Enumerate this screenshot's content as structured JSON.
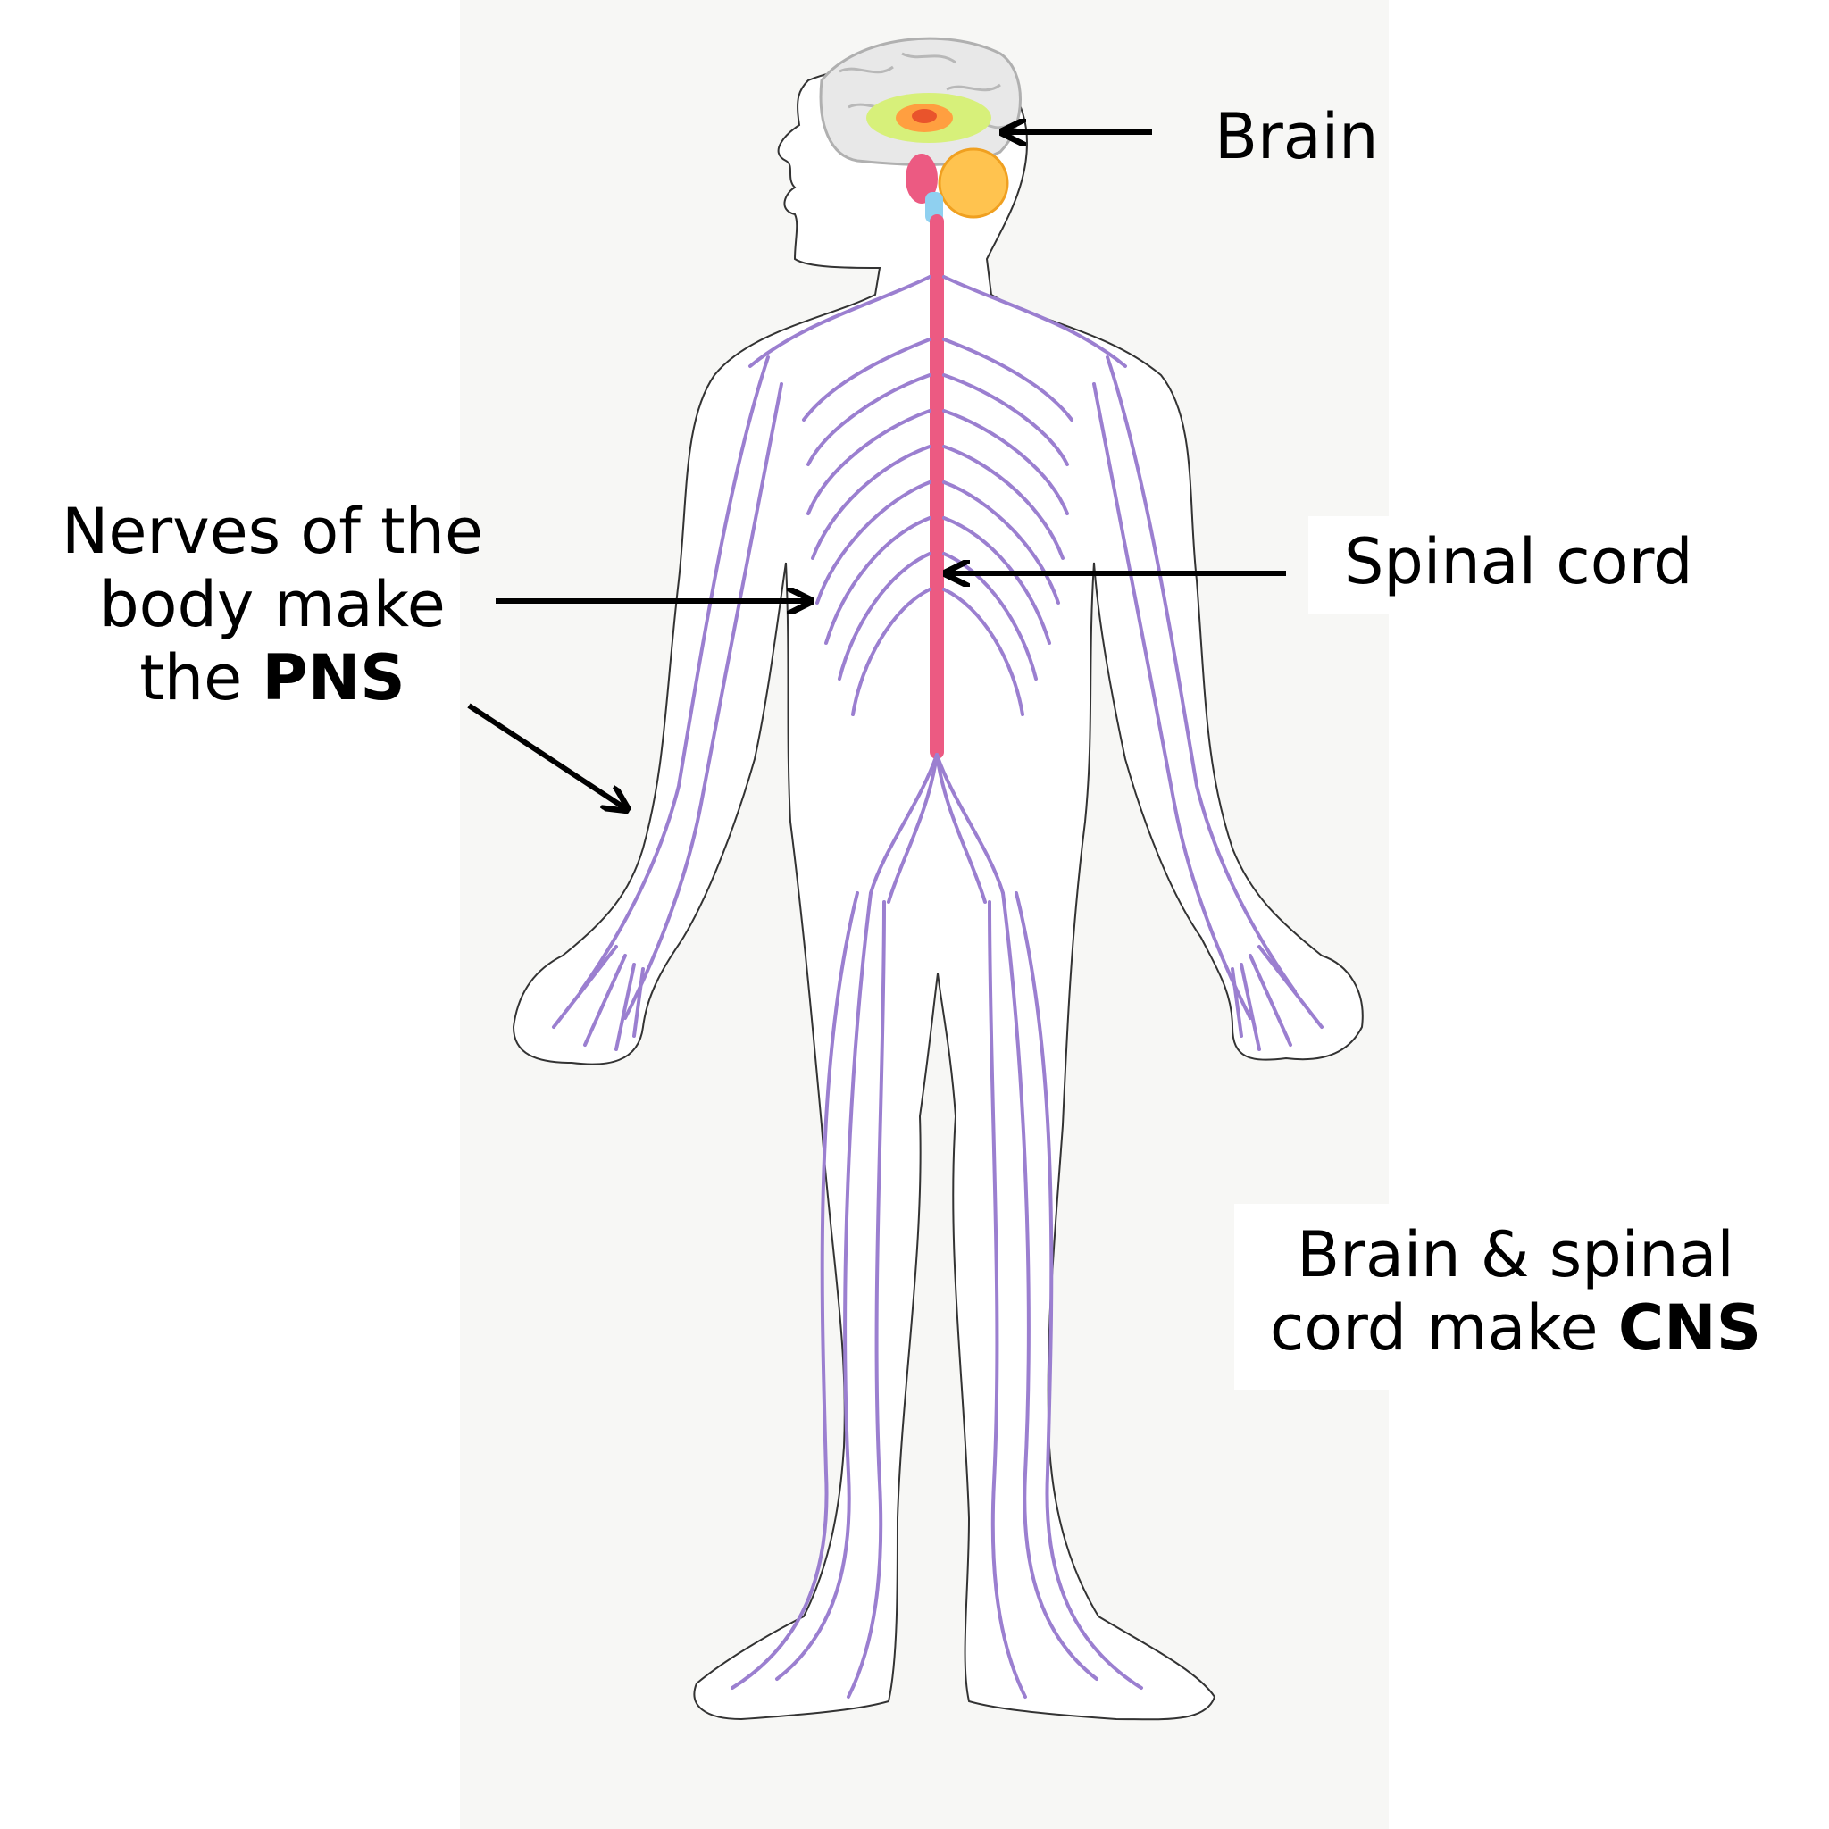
{
  "labels": {
    "brain": "Brain",
    "spinal_cord": "Spinal cord",
    "pns_line1": "Nerves of the",
    "pns_line2": "body make",
    "pns_line3_prefix": "the ",
    "pns_line3_bold": "PNS",
    "cns_line1": "Brain & spinal",
    "cns_line2_prefix": "cord make ",
    "cns_line2_bold": "CNS"
  },
  "colors": {
    "nerve": "#9b7fd0",
    "spinal_cord": "#ec5a82",
    "outline": "#333333",
    "background": "#ffffff"
  }
}
